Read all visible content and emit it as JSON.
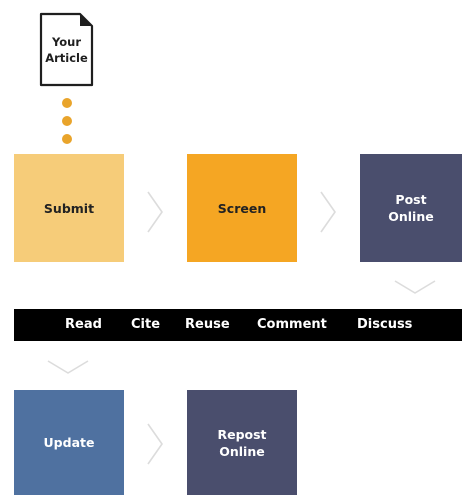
{
  "document": {
    "label_line1": "Your",
    "label_line2": "Article",
    "icon": "document-icon"
  },
  "steps": {
    "submit": "Submit",
    "screen": "Screen",
    "post_online": "Post\nOnline",
    "update": "Update",
    "repost_online": "Repost\nOnline"
  },
  "actions_bar": {
    "items": [
      "Read",
      "Cite",
      "Reuse",
      "Comment",
      "Discuss"
    ]
  },
  "colors": {
    "dot": "#e9a42b",
    "submit": "#f6cc79",
    "screen": "#f5a623",
    "post_online": "#4a4e6d",
    "update": "#4f71a0",
    "repost_online": "#4a4e6d",
    "bar": "#000000",
    "connector": "#dcdcdc"
  }
}
